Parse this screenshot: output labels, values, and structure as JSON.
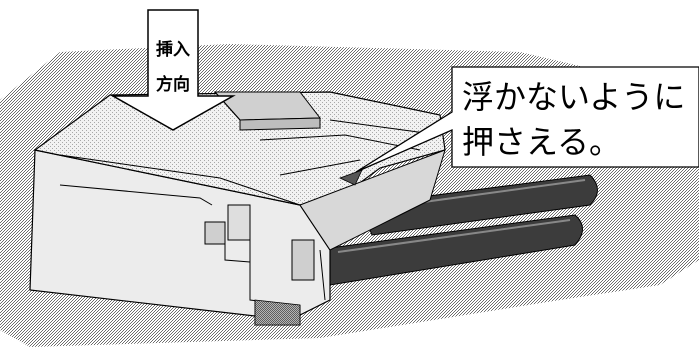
{
  "insertion_arrow": {
    "line1": "挿入",
    "line2": "方向"
  },
  "callout": {
    "line1": "浮かないように",
    "line2": "押さえる。"
  },
  "colors": {
    "background": "#ffffff",
    "outline": "#000000",
    "connector_body": "#e6e6e6",
    "dither_dark": "#7a7a7a",
    "dither_light": "#ffffff"
  }
}
